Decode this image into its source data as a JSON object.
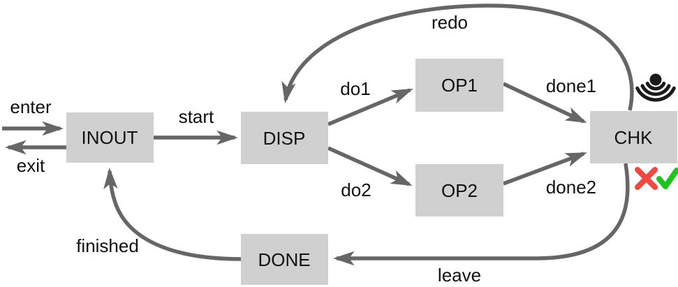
{
  "diagram": {
    "type": "state-machine",
    "colors": {
      "node_fill": "#d0d0d0",
      "edge": "#666666",
      "text": "#111111",
      "icon": "#1a1a1a",
      "fail": "#f4473d",
      "success": "#1cc41c"
    },
    "nodes": [
      {
        "id": "inout",
        "label": "INOUT"
      },
      {
        "id": "disp",
        "label": "DISP"
      },
      {
        "id": "op1",
        "label": "OP1"
      },
      {
        "id": "op2",
        "label": "OP2"
      },
      {
        "id": "chk",
        "label": "CHK"
      },
      {
        "id": "done",
        "label": "DONE"
      }
    ],
    "edges": [
      {
        "label": "enter",
        "from": "external",
        "to": "INOUT"
      },
      {
        "label": "exit",
        "from": "INOUT",
        "to": "external"
      },
      {
        "label": "start",
        "from": "INOUT",
        "to": "DISP"
      },
      {
        "label": "do1",
        "from": "DISP",
        "to": "OP1"
      },
      {
        "label": "do2",
        "from": "DISP",
        "to": "OP2"
      },
      {
        "label": "done1",
        "from": "OP1",
        "to": "CHK"
      },
      {
        "label": "done2",
        "from": "OP2",
        "to": "CHK"
      },
      {
        "label": "redo",
        "from": "CHK",
        "to": "DISP"
      },
      {
        "label": "leave",
        "from": "CHK",
        "to": "DONE"
      },
      {
        "label": "finished",
        "from": "DONE",
        "to": "INOUT"
      }
    ],
    "icons": [
      {
        "name": "broadcast-icon",
        "position": "above CHK"
      },
      {
        "name": "fail-x-icon",
        "position": "below CHK"
      },
      {
        "name": "success-check-icon",
        "position": "below CHK"
      }
    ]
  }
}
